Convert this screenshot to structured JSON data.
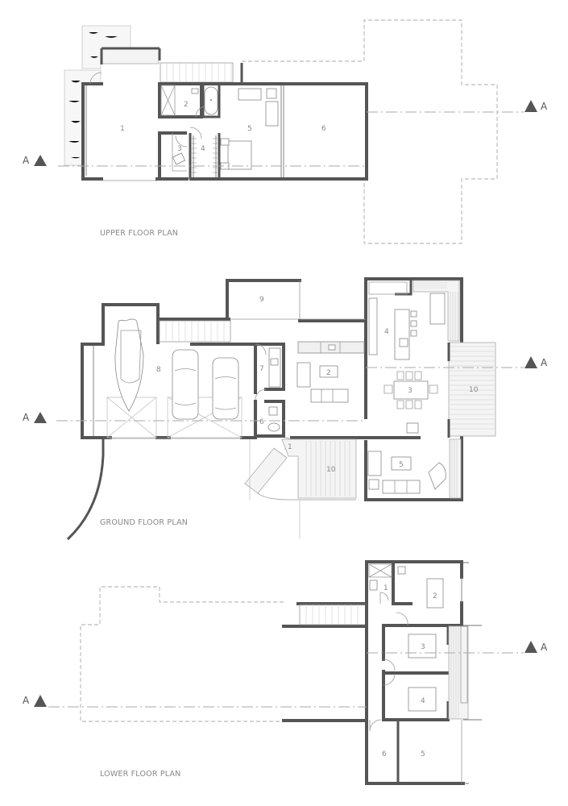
{
  "plans": [
    {
      "id": "upper",
      "title": "UPPER FLOOR PLAN",
      "rooms": [
        "1",
        "2",
        "3",
        "4",
        "5",
        "6"
      ]
    },
    {
      "id": "ground",
      "title": "GROUND FLOOR PLAN",
      "rooms": [
        "1",
        "2",
        "3",
        "4",
        "5",
        "6",
        "7",
        "8",
        "9",
        "10",
        "10"
      ]
    },
    {
      "id": "lower",
      "title": "LOWER FLOOR PLAN",
      "rooms": [
        "1",
        "2",
        "3",
        "4",
        "5",
        "6"
      ]
    }
  ],
  "section_marker": {
    "label": "A",
    "color": "#555555"
  },
  "colors": {
    "wall": "#555555",
    "line": "#999999",
    "dashed_outline": "#aaaaaa",
    "label_text": "#888888",
    "background": "#ffffff"
  }
}
